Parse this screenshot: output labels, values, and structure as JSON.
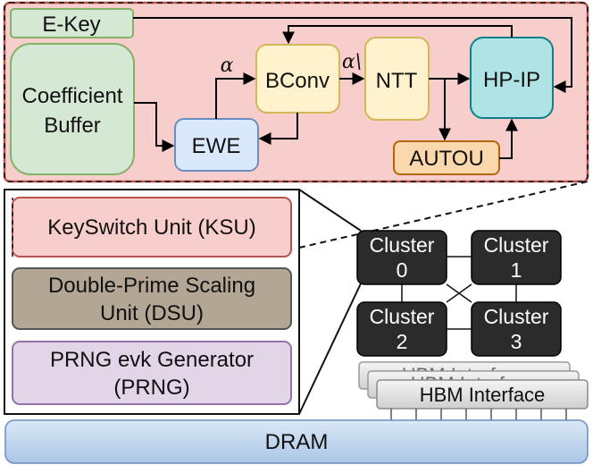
{
  "ksu_detail": {
    "ekey": "E-Key",
    "coeff_buffer_line1": "Coefficient",
    "coeff_buffer_line2": "Buffer",
    "ewe": "EWE",
    "bconv": "BConv",
    "ntt": "NTT",
    "hpip": "HP-IP",
    "autou": "AUTOU",
    "alpha": "α",
    "alpha_prime": "α\\"
  },
  "units": {
    "ksu": "KeySwitch Unit (KSU)",
    "dsu_line1": "Double-Prime Scaling",
    "dsu_line2": "Unit (DSU)",
    "prng_line1": "PRNG evk Generator",
    "prng_line2": "(PRNG)"
  },
  "clusters": [
    {
      "line1": "Cluster",
      "line2": "0"
    },
    {
      "line1": "Cluster",
      "line2": "1"
    },
    {
      "line1": "Cluster",
      "line2": "2"
    },
    {
      "line1": "Cluster",
      "line2": "3"
    }
  ],
  "hbm": {
    "label": "HBM Interface",
    "ghost_label": "HBM Interface"
  },
  "dram": "DRAM",
  "colors": {
    "ksu_bg": "#f8cecc",
    "ksu_border": "#b85450",
    "green_fill": "#d5e8d4",
    "green_border": "#82b366",
    "blue_fill": "#dae8fc",
    "blue_border": "#6c8ebf",
    "yellow_fill": "#fff2cc",
    "yellow_border": "#d6b656",
    "teal_fill": "#b0e3e6",
    "teal_border": "#0e8088",
    "orange_fill": "#fad7ac",
    "orange_border": "#b46504",
    "dsu_fill": "#b3a694",
    "prng_fill": "#e1d5e7",
    "prng_border": "#9673a6",
    "cluster_fill": "#2b2b2b",
    "dram_fill": "#c3d8ee"
  }
}
